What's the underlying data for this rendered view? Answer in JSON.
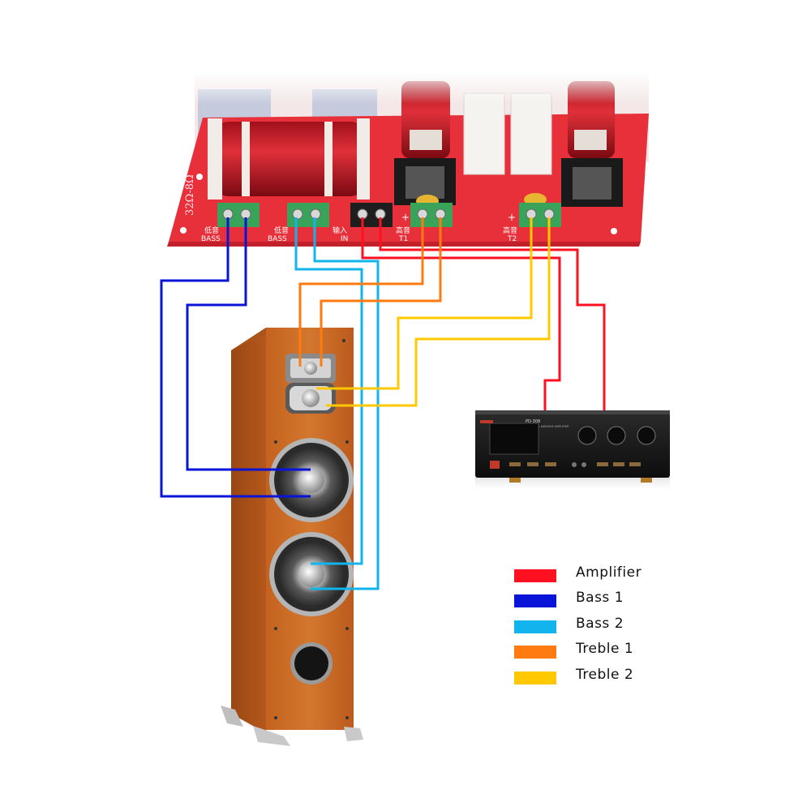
{
  "board": {
    "rating_label": "32Ω-8Ω",
    "terminals": [
      {
        "id": "bass1",
        "cn": "低音",
        "en": "BASS"
      },
      {
        "id": "bass2",
        "cn": "低音",
        "en": "BASS"
      },
      {
        "id": "input",
        "cn": "输入",
        "en": "IN"
      },
      {
        "id": "treble1",
        "cn": "高音",
        "en": "T1"
      },
      {
        "id": "treble2",
        "cn": "高音",
        "en": "T2"
      }
    ],
    "plus_marks": [
      "+",
      "+"
    ]
  },
  "amplifier": {
    "model_label": "PD-308",
    "subtitle": "SPEAKER DIGITAL KARAOKE AMPLIFIER"
  },
  "legend": [
    {
      "key": "amplifier",
      "label": "Amplifier",
      "color": "#ff1020"
    },
    {
      "key": "bass1",
      "label": "Bass  1",
      "color": "#0a14d8"
    },
    {
      "key": "bass2",
      "label": "Bass  2",
      "color": "#12b4ee"
    },
    {
      "key": "treble1",
      "label": "Treble  1",
      "color": "#ff7a10"
    },
    {
      "key": "treble2",
      "label": "Treble  2",
      "color": "#ffc800"
    }
  ],
  "colors": {
    "pcb": "#e8303a",
    "speaker_wood": "#c86a2a",
    "terminal_green": "#3aa35a",
    "amp_body": "#1a1a1a"
  }
}
